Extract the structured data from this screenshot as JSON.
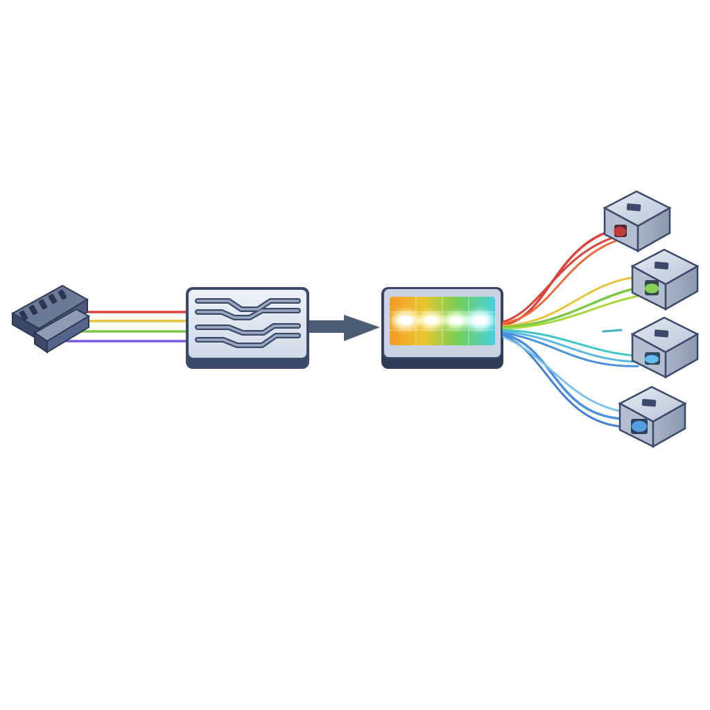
{
  "diagram": {
    "stages": [
      {
        "id": "source-connector",
        "kind": "multi-pin-connector",
        "icon": "connector-block-icon"
      },
      {
        "id": "routing-module",
        "kind": "signal-router",
        "icon": "routing-traces-icon"
      },
      {
        "id": "multiplexer",
        "kind": "light-multiplexer",
        "icon": "glowing-led-array-icon"
      },
      {
        "id": "endpoints",
        "kind": "port-modules",
        "count": 4,
        "icon": "port-block-icon"
      }
    ],
    "edges": [
      {
        "from": "source-connector",
        "to": "routing-module",
        "style": "parallel-colored-wires"
      },
      {
        "from": "routing-module",
        "to": "multiplexer",
        "style": "arrow"
      },
      {
        "from": "multiplexer",
        "to": "endpoints",
        "style": "fan-out-colored-wires"
      }
    ],
    "colors": {
      "red": "#e0403a",
      "orange": "#f29a2e",
      "yellow": "#e8c23a",
      "green": "#7cc846",
      "teal": "#3fc6c6",
      "blue": "#4a90e2",
      "purple": "#7a5be0",
      "device_frame": "#3b4a6b",
      "device_face": "#dfe7f1",
      "port_body": "#c9d3e2",
      "arrow": "#4c5d74"
    },
    "led_colors": [
      "#f7a028",
      "#c9d43a",
      "#6ed05a",
      "#4fd6e6"
    ]
  }
}
